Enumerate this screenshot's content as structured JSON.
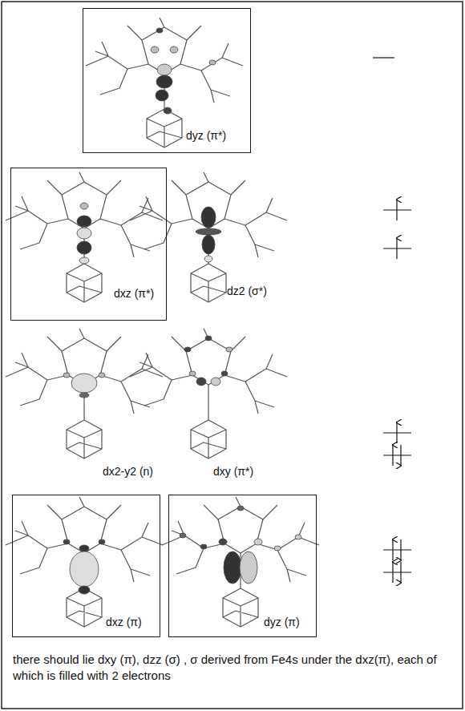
{
  "diagram": {
    "nodes": [
      {
        "text": [
          "dyz (π*)"
        ]
      },
      {
        "text": [
          "dxz (π*)"
        ]
      },
      {
        "text": [
          "dxz (π)"
        ]
      },
      {
        "text": [
          "dyz (π)"
        ]
      }
    ],
    "labels": [
      "dz2 (σ*)",
      "dx2-y2 (n)",
      "dxy (π*)",
      "there should lie dxy (π), dzz (σ) , σ derived from Fe4s under the dxz(π), each of which is filled with 2 electrons"
    ]
  }
}
